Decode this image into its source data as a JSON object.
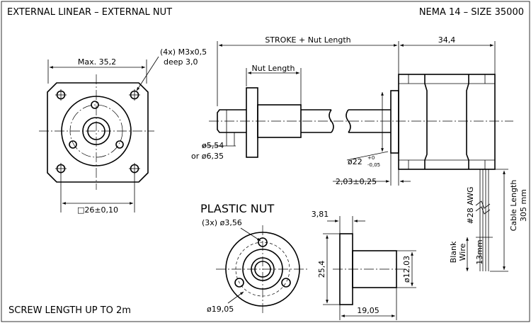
{
  "header": {
    "title_left": "EXTERNAL LINEAR – EXTERNAL NUT",
    "title_right": "NEMA 14 – SIZE 35000"
  },
  "front_view": {
    "width_dim": "Max. 35,2",
    "square_dim": "□26±0,10",
    "screw_note_line1": "(4x) M3x0,5",
    "screw_note_line2": "deep 3,0"
  },
  "side_view": {
    "stroke_dim": "STROKE + Nut Length",
    "length_dim": "34,4",
    "nut_length_dim": "Nut Length",
    "screw_dia_line1": "ø5,54",
    "screw_dia_line2": "or ø6,35",
    "boss_dia": "ø22",
    "boss_tol_upper": "+0",
    "boss_tol_lower": "-0,05",
    "boss_height_dim": "2,03±0,25",
    "wire_awg": "#28 AWG",
    "cable_length_line1": "Cable Length",
    "cable_length_line2": "305 mm",
    "blank_wire_line1": "Blank",
    "blank_wire_line2": "Wire",
    "blank_wire_line3": "13mm"
  },
  "plastic_nut": {
    "title": "PLASTIC NUT",
    "holes_note": "(3x) ø3,56",
    "bolt_circle_dia": "ø19,05",
    "flange_thickness": "3,81",
    "flange_height": "25,4",
    "body_dia": "ø12,03",
    "total_length": "19,05"
  },
  "footer": {
    "screw_length_note": "SCREW LENGTH UP TO 2m"
  }
}
